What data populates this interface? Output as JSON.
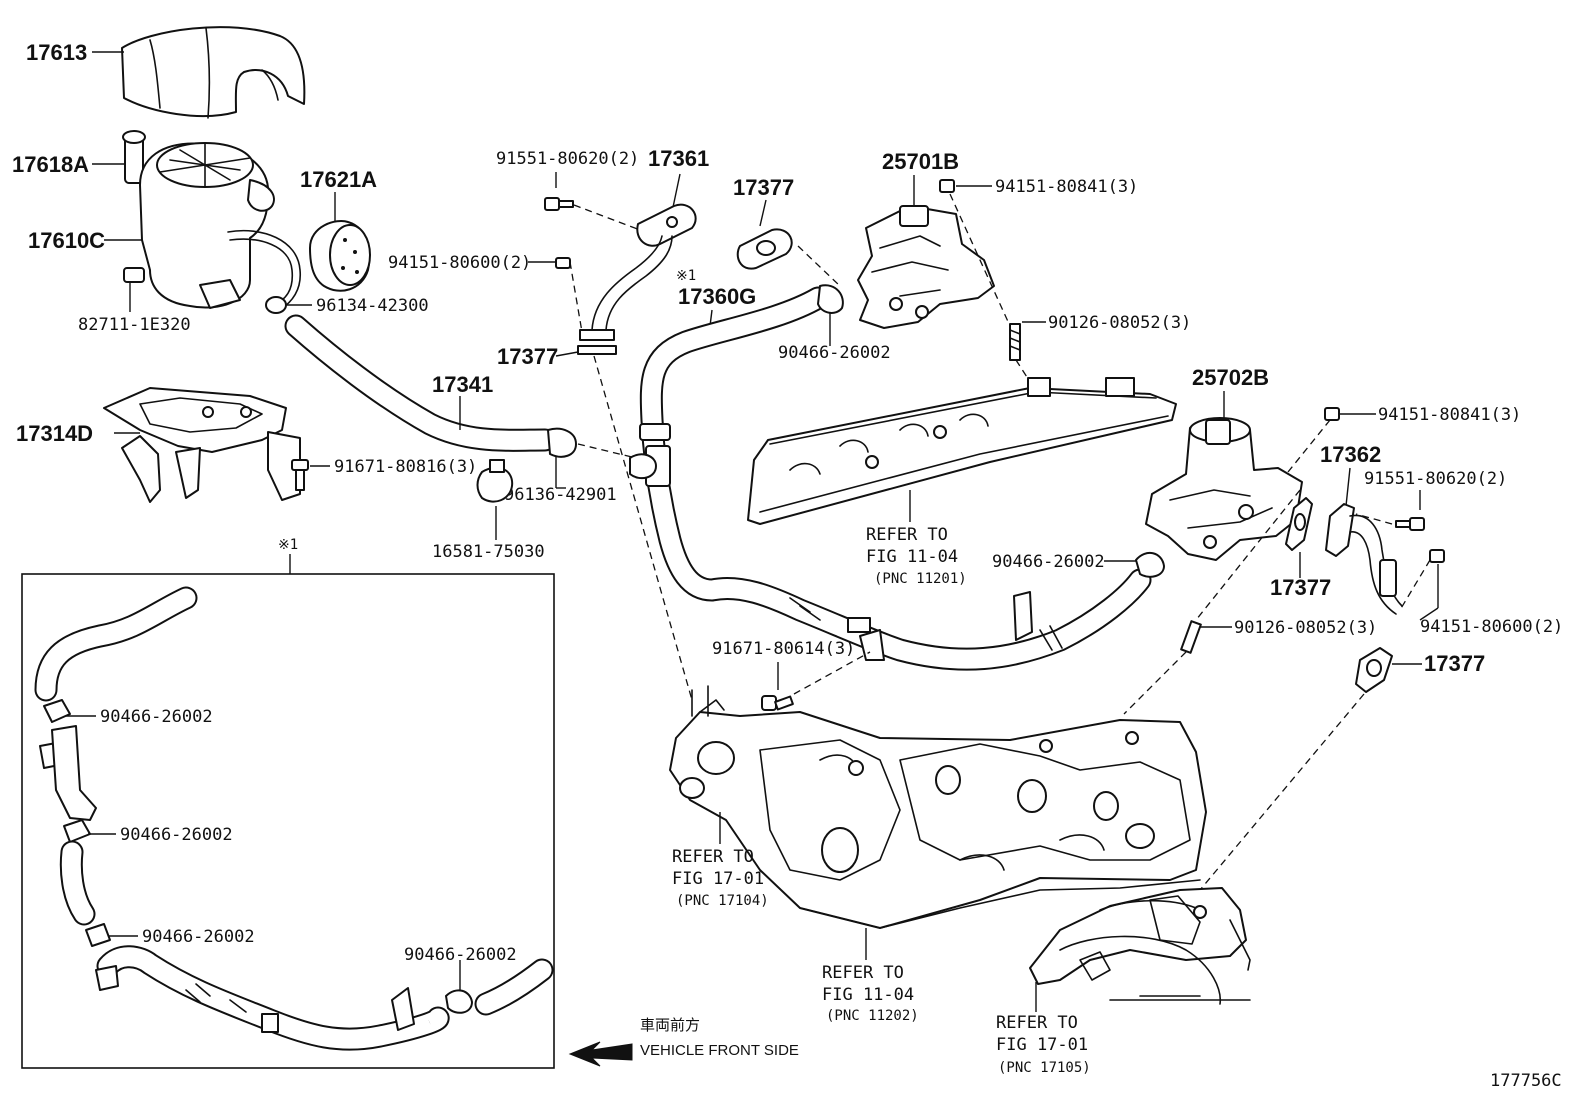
{
  "labels": {
    "p17613": "17613",
    "p17618A": "17618A",
    "p17621A": "17621A",
    "p17610C": "17610C",
    "p82711": "82711-1E320",
    "p96134": "96134-42300",
    "p17314D": "17314D",
    "p91671_816": "91671-80816(3)",
    "p17341": "17341",
    "p96136": "96136-42901",
    "p16581": "16581-75030",
    "p91551_a": "91551-80620(2)",
    "p17361": "17361",
    "p94151_600a": "94151-80600(2)",
    "p17377_a": "17377",
    "p17377_b": "17377",
    "p17360G": "17360G",
    "p90466_a": "90466-26002",
    "p25701B": "25701B",
    "p94151_841a": "94151-80841(3)",
    "p90126_a": "90126-08052(3)",
    "p25702B": "25702B",
    "p94151_841b": "94151-80841(3)",
    "p17362": "17362",
    "p91551_b": "91551-80620(2)",
    "p90466_b": "90466-26002",
    "p17377_c": "17377",
    "p94151_600b": "94151-80600(2)",
    "p90126_b": "90126-08052(3)",
    "p17377_d": "17377",
    "p91671_614": "91671-80614(3)",
    "inset_90466_1": "90466-26002",
    "inset_90466_2": "90466-26002",
    "inset_90466_3": "90466-26002",
    "inset_90466_4": "90466-26002",
    "note_mark_1": "※1",
    "note_mark_2": "※1",
    "drawing_no": "177756C"
  },
  "refs": {
    "r1": {
      "l1": "REFER TO",
      "l2": "FIG 11-04",
      "l3": "(PNC 11201)"
    },
    "r2": {
      "l1": "REFER TO",
      "l2": "FIG 17-01",
      "l3": "(PNC 17104)"
    },
    "r3": {
      "l1": "REFER TO",
      "l2": "FIG 11-04",
      "l3": "(PNC 11202)"
    },
    "r4": {
      "l1": "REFER TO",
      "l2": "FIG 17-01",
      "l3": "(PNC 17105)"
    }
  },
  "direction": {
    "jp": "車両前方",
    "en": "VEHICLE FRONT SIDE"
  }
}
